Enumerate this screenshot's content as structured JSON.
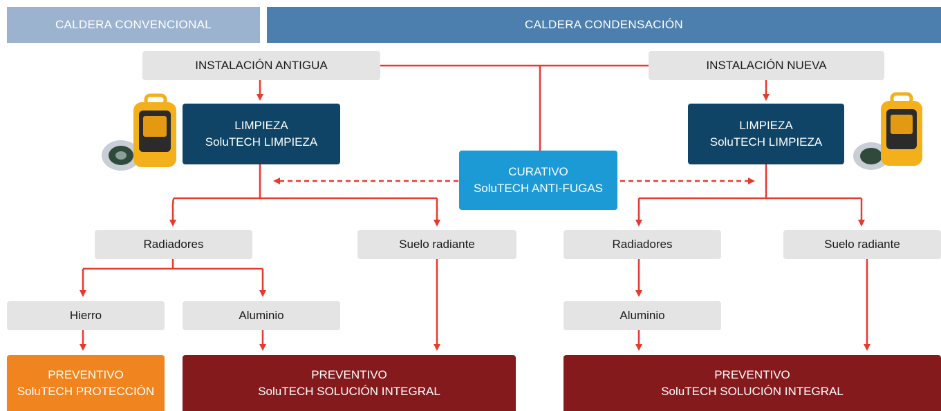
{
  "headers": {
    "conventional": "CALDERA CONVENCIONAL",
    "condensing": "CALDERA CONDENSACIÓN"
  },
  "install_old": "INSTALACIÓN ANTIGUA",
  "install_new": "INSTALACIÓN NUEVA",
  "cleaning_left": {
    "line1": "LIMPIEZA",
    "line2": "SoluTECH LIMPIEZA"
  },
  "cleaning_right": {
    "line1": "LIMPIEZA",
    "line2": "SoluTECH LIMPIEZA"
  },
  "curative": {
    "line1": "CURATIVO",
    "line2": "SoluTECH ANTI-FUGAS"
  },
  "left_branch": {
    "radiators": "Radiadores",
    "floor": "Suelo radiante",
    "iron": "Hierro",
    "aluminium": "Aluminio"
  },
  "right_branch": {
    "radiators": "Radiadores",
    "floor": "Suelo radiante",
    "aluminium": "Aluminio"
  },
  "preventive_protection": {
    "line1": "PREVENTIVO",
    "line2": "SoluTECH PROTECCIÓN"
  },
  "preventive_integral_left": {
    "line1": "PREVENTIVO",
    "line2": "SoluTECH SOLUCIÓN INTEGRAL"
  },
  "preventive_integral_right": {
    "line1": "PREVENTIVO",
    "line2": "SoluTECH SOLUCIÓN INTEGRAL"
  },
  "colors": {
    "header_light": "#9bb3cf",
    "header_dark": "#4d7fae",
    "grey_box": "#e4e4e4",
    "navy": "#0f4466",
    "cyan": "#1b9ad6",
    "orange": "#f0841f",
    "maroon": "#851a1c",
    "connector": "#e8392d"
  }
}
